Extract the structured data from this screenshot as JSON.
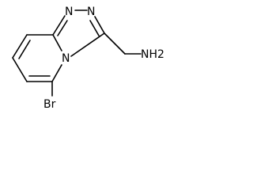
{
  "labels": {
    "n_top_left": "N",
    "n_top_right": "N",
    "n_bridge": "N",
    "amine": "NH2",
    "bromine": "Br"
  },
  "colors": {
    "bond": "#000000",
    "text": "#000000",
    "background": "#ffffff"
  }
}
